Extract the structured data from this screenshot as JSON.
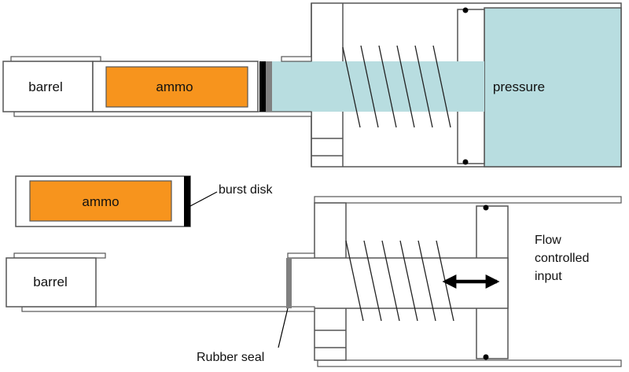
{
  "colors": {
    "pressure_fill": "#b8dde0",
    "ammo_fill": "#f7941d",
    "outline": "#555555",
    "burst_disk": "#000000",
    "rubber_seal": "#808080",
    "spring": "#222222",
    "arrow": "#000000",
    "background": "#ffffff"
  },
  "top_assembly": {
    "barrel_label": "barrel",
    "ammo_label": "ammo",
    "pressure_label": "pressure"
  },
  "bottom_assembly": {
    "ammo_label": "ammo",
    "burst_disk_label": "burst disk",
    "barrel_label": "barrel",
    "rubber_seal_label": "Rubber seal",
    "flow_label_lines": [
      "Flow",
      "controlled",
      "input"
    ],
    "arrow_icon": "double-arrow-icon"
  }
}
